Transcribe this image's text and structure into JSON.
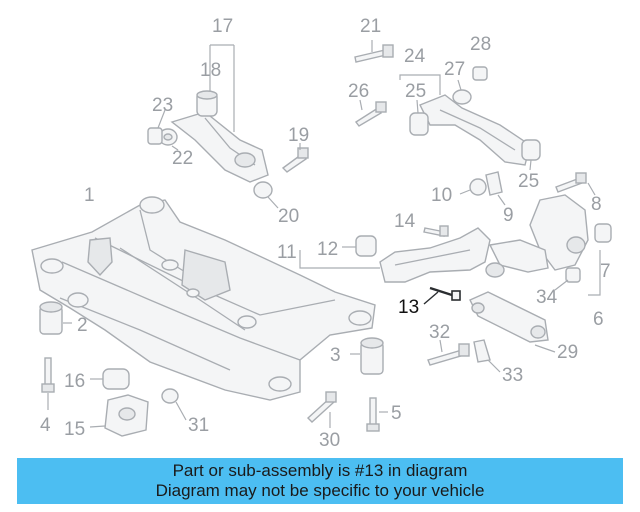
{
  "diagram": {
    "highlight_color": "#111111",
    "callout_color": "#9a9ea3",
    "callouts": [
      "1",
      "2",
      "3",
      "4",
      "5",
      "6",
      "7",
      "8",
      "9",
      "10",
      "11",
      "12",
      "13",
      "14",
      "15",
      "16",
      "17",
      "18",
      "19",
      "20",
      "21",
      "22",
      "23",
      "24",
      "25",
      "25",
      "26",
      "27",
      "28",
      "29",
      "30",
      "31",
      "32",
      "33",
      "34"
    ],
    "highlighted_callout": "13"
  },
  "banner": {
    "line1": "Part or sub-assembly is #13 in diagram",
    "line2": "Diagram may not be specific to your vehicle",
    "background": "#4cbef2"
  }
}
